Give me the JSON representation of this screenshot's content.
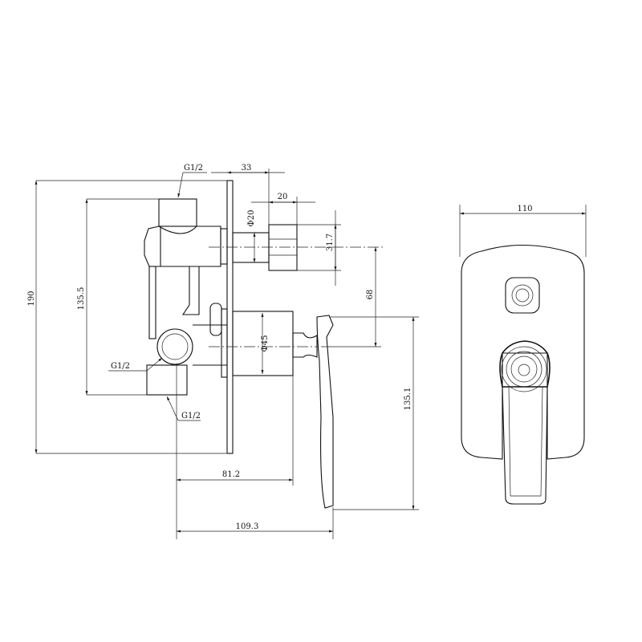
{
  "side_view": {
    "thread_top": "G1/2",
    "thread_left": "G1/2",
    "thread_bottom": "G1/2",
    "dim_overall_height": "190",
    "dim_body_height": "135.5",
    "dim_outlet_offset": "33",
    "dim_outlet_length": "20",
    "dim_outlet_diameter": "Φ20",
    "dim_outlet_cap": "31.7",
    "dim_center_spacing": "68",
    "dim_handle_diameter": "Φ45",
    "dim_lever_height": "135.1",
    "dim_depth_body": "81.2",
    "dim_depth_total": "109.3"
  },
  "front_view": {
    "dim_width": "110"
  },
  "colors": {
    "line": "#111111",
    "background": "#ffffff"
  }
}
